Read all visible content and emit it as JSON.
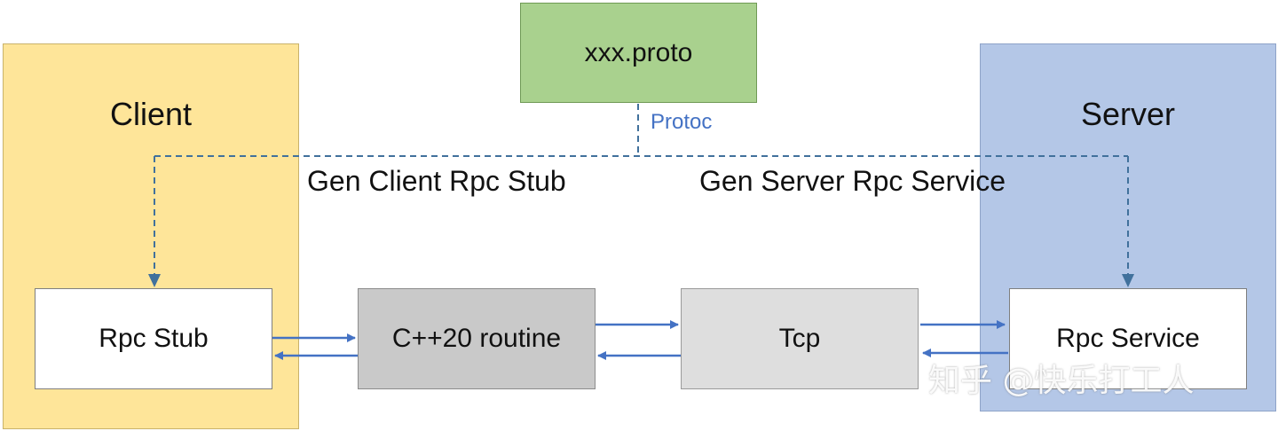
{
  "client": {
    "title": "Client"
  },
  "server": {
    "title": "Server"
  },
  "proto": {
    "label": "xxx.proto",
    "edge_label": "Protoc"
  },
  "gen": {
    "client_label": "Gen Client Rpc Stub",
    "server_label": "Gen Server Rpc Service"
  },
  "nodes": {
    "rpc_stub": "Rpc Stub",
    "routine": "C++20 routine",
    "tcp": "Tcp",
    "rpc_service": "Rpc Service"
  },
  "watermark": "知乎 @快乐打工人",
  "colors": {
    "client_region": "#fee599",
    "server_region": "#b4c7e7",
    "proto_box": "#a9d18e",
    "arrow": "#4472c4",
    "routine_box": "#c9c9c9",
    "tcp_box": "#dedede"
  }
}
